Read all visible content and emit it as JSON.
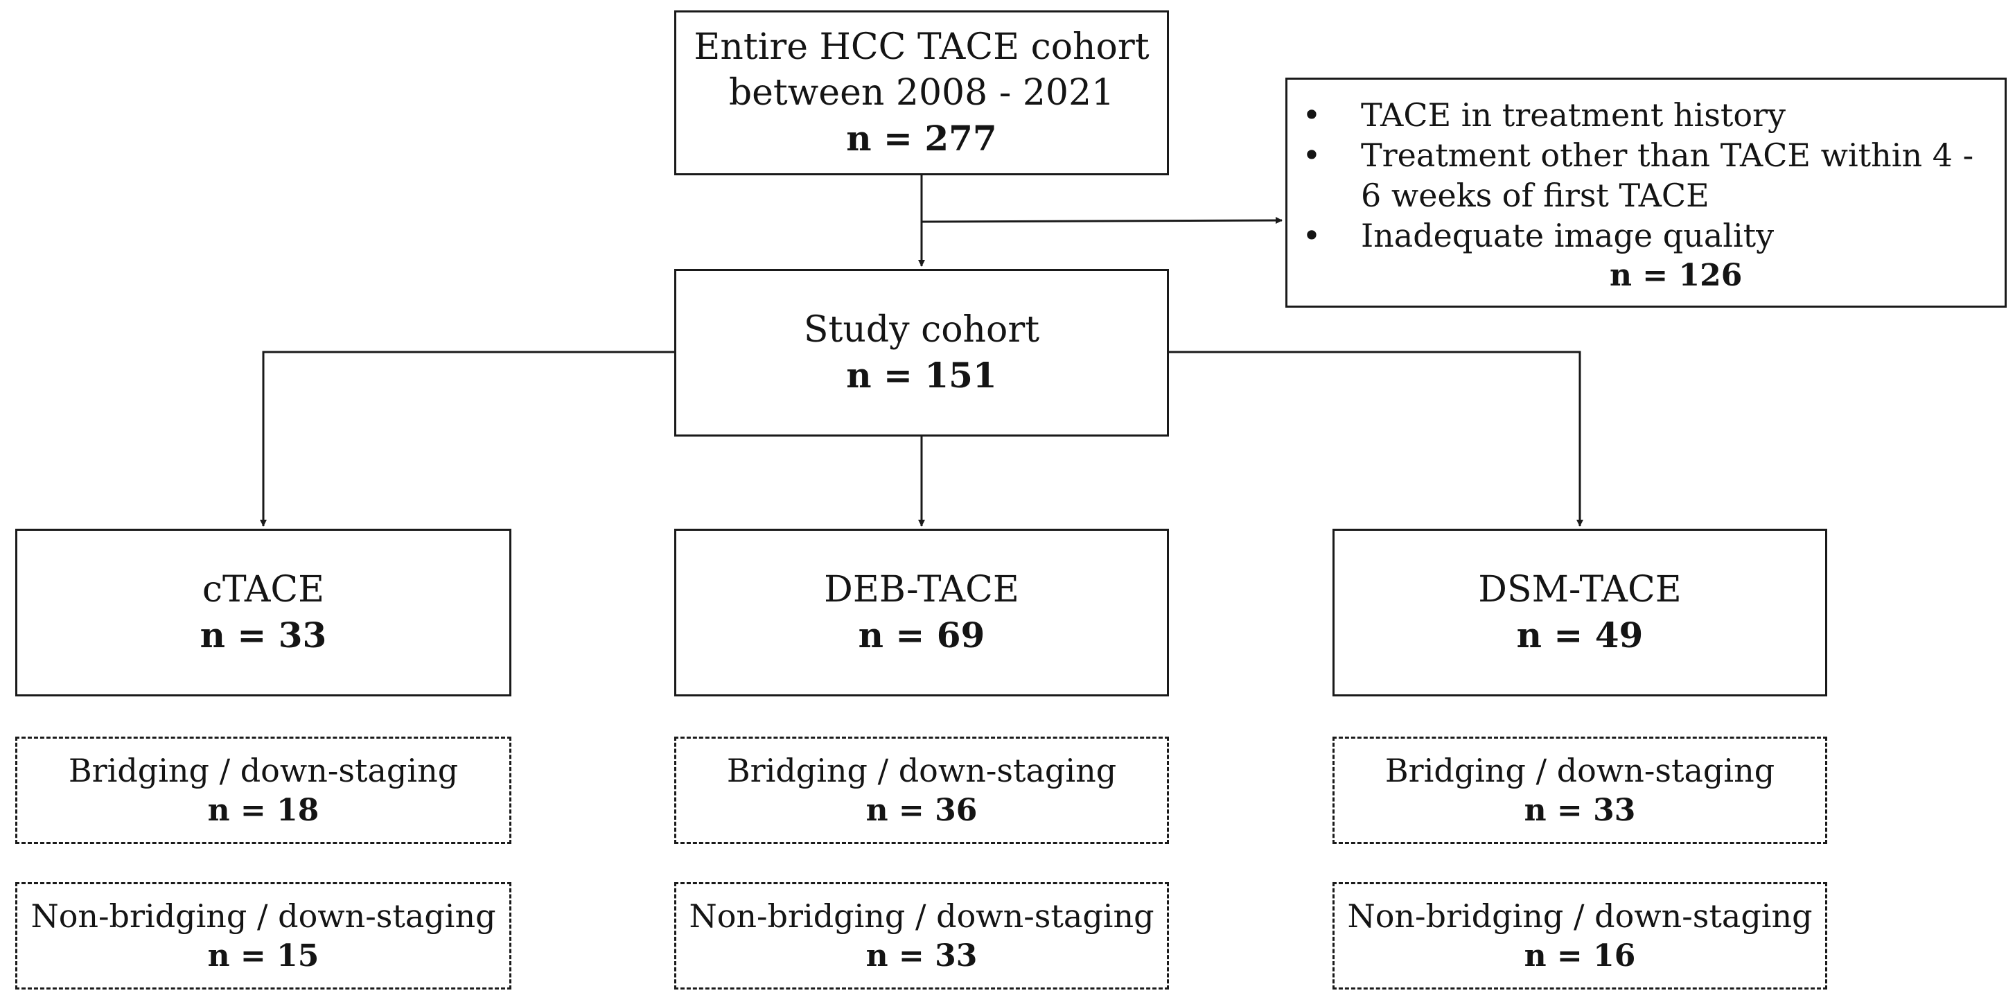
{
  "flowchart": {
    "source": {
      "title_line1": "Entire HCC TACE cohort",
      "title_line2": "between 2008 - 2021",
      "n": "n = 277"
    },
    "exclusion": {
      "bullet_glyph": "•",
      "items": [
        "TACE in treatment history",
        "Treatment other than TACE within 4 - 6 weeks of first TACE",
        "Inadequate image quality"
      ],
      "n": "n = 126"
    },
    "study": {
      "title": "Study cohort",
      "n": "n = 151"
    },
    "groups": [
      {
        "title": "cTACE",
        "n": "n = 33",
        "subgroups": [
          {
            "label": "Bridging / down-staging",
            "n": "n = 18"
          },
          {
            "label": "Non-bridging / down-staging",
            "n": "n = 15"
          }
        ]
      },
      {
        "title": "DEB-TACE",
        "n": "n = 69",
        "subgroups": [
          {
            "label": "Bridging / down-staging",
            "n": "n = 36"
          },
          {
            "label": "Non-bridging / down-staging",
            "n": "n = 33"
          }
        ]
      },
      {
        "title": "DSM-TACE",
        "n": "n = 49",
        "subgroups": [
          {
            "label": "Bridging / down-staging",
            "n": "n = 33"
          },
          {
            "label": "Non-bridging / down-staging",
            "n": "n = 16"
          }
        ]
      }
    ]
  },
  "colors": {
    "line": "#1a1a1a",
    "text": "#141414",
    "background": "#ffffff"
  }
}
